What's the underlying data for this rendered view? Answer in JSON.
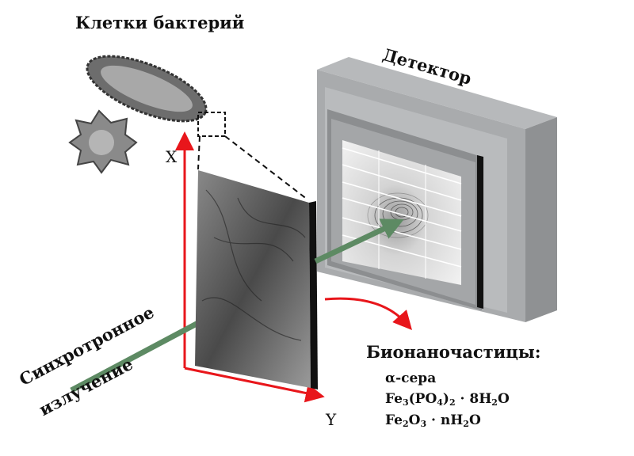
{
  "labels": {
    "bacteria": "Клетки бактерий",
    "detector": "Детектор",
    "synchrotron_line1": "Синхротронное",
    "synchrotron_line2": "излучение",
    "axis_x": "X",
    "axis_y": "Y",
    "nanoparticles_title": "Бионаночастицы:"
  },
  "formulas": {
    "f1": "α-сера",
    "f2": {
      "a": "Fe",
      "s1": "3",
      "b": "(PO",
      "s2": "4",
      "c": ")",
      "s3": "2",
      "d": " · 8H",
      "s4": "2",
      "e": "O"
    },
    "f3": {
      "a": "Fe",
      "s1": "2",
      "b": "O",
      "s2": "3",
      "c": " · nH",
      "s3": "2",
      "d": "O"
    }
  },
  "colors": {
    "axis": "#e8161b",
    "beam": "#5d8a63",
    "detector": "#a9abad"
  }
}
